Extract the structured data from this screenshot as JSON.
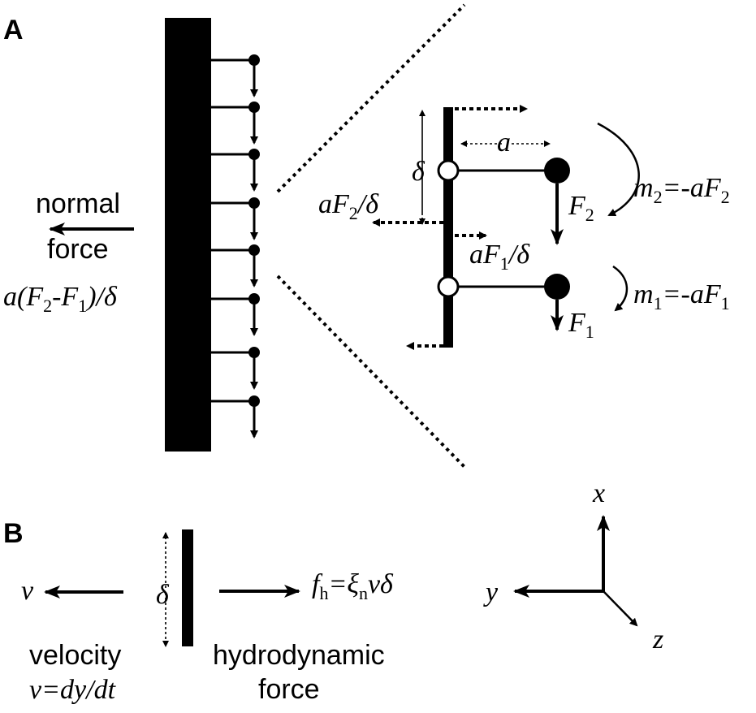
{
  "panels": {
    "a": "A",
    "b": "B"
  },
  "panel_a": {
    "normal_force_line1": "normal",
    "normal_force_line2": "force",
    "normal_force_expr": {
      "pre": "a(F",
      "s2": "2",
      "mid": "-F",
      "s1": "1",
      "post": ")/δ"
    },
    "inset": {
      "a": "a",
      "delta": "δ",
      "aF2_over_delta": {
        "pre": "aF",
        "sub": "2",
        "post": "/δ"
      },
      "aF1_over_delta": {
        "pre": "aF",
        "sub": "1",
        "post": "/δ"
      },
      "F2": {
        "main": "F",
        "sub": "2"
      },
      "F1": {
        "main": "F",
        "sub": "1"
      },
      "m2": {
        "m": "m",
        "sub": "2",
        "rhs": "=-aF",
        "rsub": "2"
      },
      "m1": {
        "m": "m",
        "sub": "1",
        "rhs": "=-aF",
        "rsub": "1"
      }
    }
  },
  "panel_b": {
    "v": "v",
    "delta": "δ",
    "fh": {
      "f": "f",
      "fsub": "h",
      "eq": "=ξ",
      "xsub": "n",
      "rest": "vδ"
    },
    "velocity_label": "velocity",
    "velocity_expr": "v=dy/dt",
    "hydro_line1": "hydrodynamic",
    "hydro_line2": "force",
    "axes": {
      "x": "x",
      "y": "y",
      "z": "z"
    }
  },
  "colors": {
    "ink": "#000000",
    "background": "#ffffff"
  }
}
